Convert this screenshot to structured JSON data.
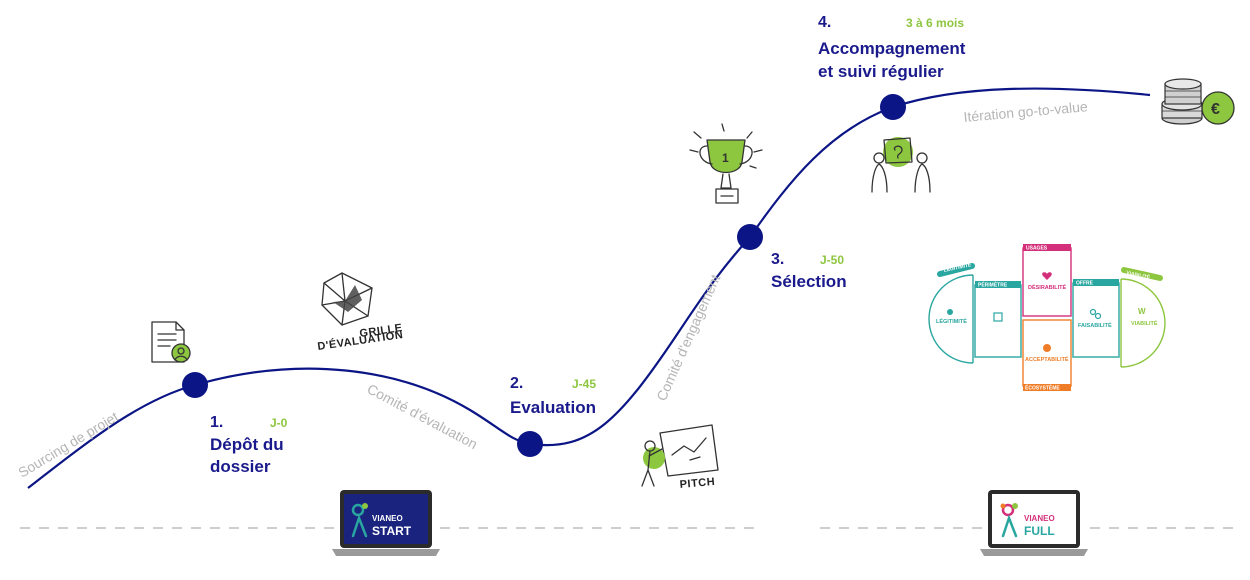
{
  "steps": [
    {
      "number": "1.",
      "title_line1": "Dépôt du",
      "title_line2": "dossier",
      "timing": "J-0"
    },
    {
      "number": "2.",
      "title_line1": "Evaluation",
      "timing": "J-45"
    },
    {
      "number": "3.",
      "title_line1": "Sélection",
      "timing": "J-50"
    },
    {
      "number": "4.",
      "title_line1": "Accompagnement",
      "title_line2": "et suivi régulier",
      "timing": "3 à 6 mois"
    }
  ],
  "phases": {
    "sourcing": "Sourcing de projet",
    "comite_evaluation": "Comité d'évaluation",
    "comite_engagement": "Comité d'engagement",
    "iteration": "Itération go-to-value"
  },
  "sketches": {
    "grille_line1": "GRILLE",
    "grille_line2": "D'ÉVALUATION",
    "pitch": "PITCH"
  },
  "canvas": {
    "usages": "USAGES",
    "perimetre": "PÉRIMÈTRE",
    "legitimite_top": "LÉGITIMITÉ",
    "offre": "OFFRE",
    "viabilite_top": "VIABILITÉ",
    "ecosysteme": "ÉCOSYSTÈME",
    "legitimite": "LÉGITIMITÉ",
    "desirabilite": "DÉSIRABILITÉ",
    "acceptabilite": "ACCEPTABILITÉ",
    "faisabilite": "FAISABILITÉ",
    "viabilite": "VIABILITÉ"
  },
  "logos": {
    "start_brand": "VIANEO",
    "start_product": "START",
    "full_brand": "VIANEO",
    "full_product": "FULL"
  },
  "colors": {
    "curve": "#0b1585",
    "node": "#0b1585",
    "step_text": "#1a1a8c",
    "timing": "#8dc63f",
    "phase_text": "#b5b5b5",
    "teal": "#2aa6a0",
    "pink": "#d42f7a",
    "orange": "#ef7d28",
    "green": "#8dc63f"
  }
}
